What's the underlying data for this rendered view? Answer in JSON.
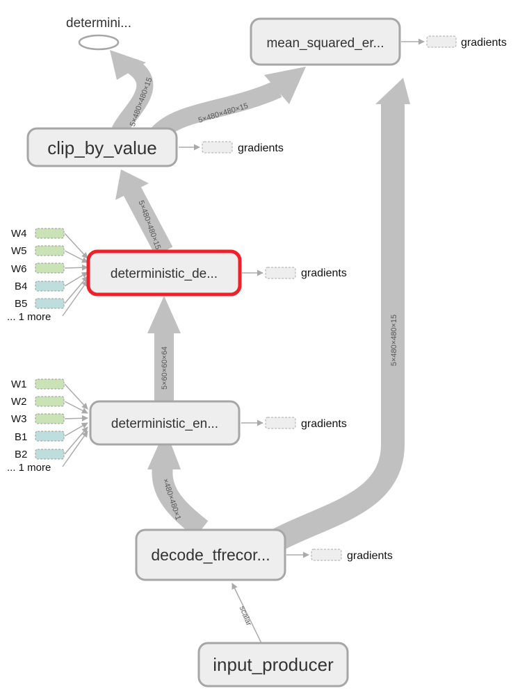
{
  "nodes": {
    "input_producer": "input_producer",
    "decode": "decode_tfrecor...",
    "encoder": "deterministic_en...",
    "decoder": "deterministic_de...",
    "clip": "clip_by_value",
    "mse": "mean_squared_er...",
    "determini": "determini..."
  },
  "edges": {
    "scalar": "scalar",
    "decode_to_encoder": "×480×480×1",
    "encoder_to_decoder": "5×60×60×64",
    "decoder_to_clip": "5×480×480×15",
    "clip_to_determini": "5×480×480×15",
    "clip_to_mse": "5×480×480×15",
    "decode_to_mse": "5×480×480×15"
  },
  "gradients_label": "gradients",
  "decoder_inputs": [
    "W4",
    "W5",
    "W6",
    "B4",
    "B5"
  ],
  "decoder_more": "... 1 more",
  "encoder_inputs": [
    "W1",
    "W2",
    "W3",
    "B1",
    "B2"
  ],
  "encoder_more": "... 1 more",
  "colors": {
    "weight_fill": "#c9e3b6",
    "bias_fill": "#bddedc",
    "selected_border": "#f0202a",
    "edge": "#c0c0c0"
  }
}
